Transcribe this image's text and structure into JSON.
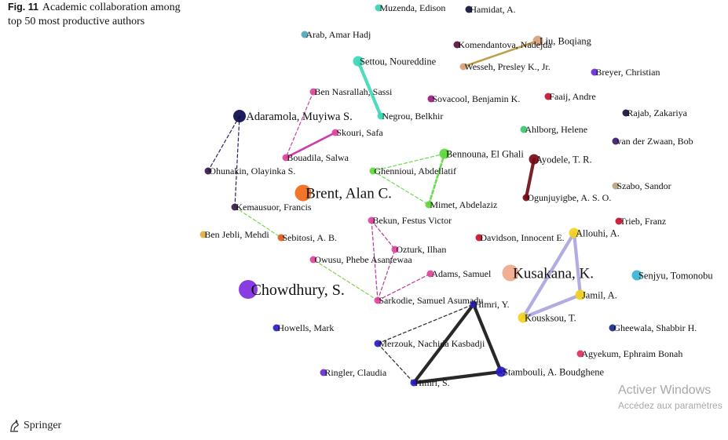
{
  "figure": {
    "label": "Fig. 11",
    "caption": "Academic collaboration among top 50 most productive authors"
  },
  "footer": {
    "publisher": "Springer"
  },
  "watermark": {
    "line1": "Activer Windows",
    "line2": "Accédez aux paramètres"
  },
  "colors": {
    "navy": "#0b0b4a",
    "pink": "#e0439c",
    "teal": "#3ad9b6",
    "green": "#5bd83a",
    "darkred": "#7a0a18",
    "orange": "#f06a1a",
    "purple": "#7d2de0",
    "salmon": "#f0a88a",
    "yellow": "#f2d21e",
    "blue": "#2a1cc8",
    "lavender": "#a9a5e0",
    "black": "#111111"
  },
  "nodes": [
    {
      "id": "muzenda",
      "label": "Muzenda, Edison",
      "color": "#3bd3b0",
      "size": "small"
    },
    {
      "id": "hamidat",
      "label": "Hamidat, A.",
      "color": "#14143e",
      "size": "small"
    },
    {
      "id": "arab",
      "label": "Arab, Amar Hadj",
      "color": "#4fa7b7",
      "size": "small"
    },
    {
      "id": "komendantova",
      "label": "Komendantova, Nadejda",
      "color": "#5a1040",
      "size": "small"
    },
    {
      "id": "liu",
      "label": "Liu, Boqiang",
      "color": "#d6a27a",
      "size": "medium"
    },
    {
      "id": "settou",
      "label": "Settou, Noureddine",
      "color": "#3ad9b6",
      "size": "medium"
    },
    {
      "id": "wesseh",
      "label": "Wesseh, Presley K., Jr.",
      "color": "#d6a27a",
      "size": "small"
    },
    {
      "id": "breyer",
      "label": "Breyer, Christian",
      "color": "#6a2ad8",
      "size": "small"
    },
    {
      "id": "bennasrallah",
      "label": "Ben Nasrallah, Sassi",
      "color": "#e0439c",
      "size": "small"
    },
    {
      "id": "sovacool",
      "label": "Sovacool, Benjamin K.",
      "color": "#9a1a80",
      "size": "small"
    },
    {
      "id": "faaij",
      "label": "Faaij, Andre",
      "color": "#c8102e",
      "size": "small"
    },
    {
      "id": "rajab",
      "label": "Rajab, Zakariya",
      "color": "#14143e",
      "size": "small"
    },
    {
      "id": "adaramola",
      "label": "Adaramola, Muyiwa S.",
      "color": "#0b0b4a",
      "size": "large"
    },
    {
      "id": "negrou",
      "label": "Negrou, Belkhir",
      "color": "#3ad9b6",
      "size": "small"
    },
    {
      "id": "skouri",
      "label": "Skouri, Safa",
      "color": "#e0439c",
      "size": "small"
    },
    {
      "id": "ahlborg",
      "label": "Ahlborg, Helene",
      "color": "#3ac86a",
      "size": "small"
    },
    {
      "id": "vanderzwaan",
      "label": "van der Zwaan, Bob",
      "color": "#3a1a6a",
      "size": "small"
    },
    {
      "id": "bouadila",
      "label": "Bouadila, Salwa",
      "color": "#e0439c",
      "size": "small"
    },
    {
      "id": "bennouna",
      "label": "Bennouna, El Ghali",
      "color": "#5bd83a",
      "size": "medium"
    },
    {
      "id": "ayodele",
      "label": "Ayodele, T. R.",
      "color": "#7a0a18",
      "size": "medium"
    },
    {
      "id": "ohunakin",
      "label": "Ohunakin, Olayinka S.",
      "color": "#3a1a4a",
      "size": "small"
    },
    {
      "id": "ghennioui",
      "label": "Ghennioui, Abdellatif",
      "color": "#5bd83a",
      "size": "small"
    },
    {
      "id": "brent",
      "label": "Brent, Alan C.",
      "color": "#f06a1a",
      "size": "xlarge"
    },
    {
      "id": "szabo",
      "label": "Szabo, Sandor",
      "color": "#b9a37a",
      "size": "small"
    },
    {
      "id": "ogunjuyigbe",
      "label": "Ogunjuyigbe, A. S. O.",
      "color": "#7a0a18",
      "size": "small"
    },
    {
      "id": "mimet",
      "label": "Mimet, Abdelaziz",
      "color": "#5bd83a",
      "size": "small"
    },
    {
      "id": "kemausuor",
      "label": "Kemausuor, Francis",
      "color": "#3a1a4a",
      "size": "small"
    },
    {
      "id": "bekun",
      "label": "Bekun, Festus Victor",
      "color": "#e0439c",
      "size": "small"
    },
    {
      "id": "trieb",
      "label": "Trieb, Franz",
      "color": "#c8102e",
      "size": "small"
    },
    {
      "id": "benjebli",
      "label": "Ben Jebli, Mehdi",
      "color": "#e0b040",
      "size": "small"
    },
    {
      "id": "sebitosi",
      "label": "Sebitosi, A. B.",
      "color": "#e05a1a",
      "size": "small"
    },
    {
      "id": "davidson",
      "label": "Davidson, Innocent E.",
      "color": "#c8102e",
      "size": "small"
    },
    {
      "id": "allouhi",
      "label": "Allouhi, A.",
      "color": "#f2d21e",
      "size": "medium"
    },
    {
      "id": "ozturk",
      "label": "Ozturk, Ilhan",
      "color": "#e0439c",
      "size": "small"
    },
    {
      "id": "owusu",
      "label": "Owusu, Phebe Asantewaa",
      "color": "#e0439c",
      "size": "small"
    },
    {
      "id": "adams",
      "label": "Adams, Samuel",
      "color": "#e0439c",
      "size": "small"
    },
    {
      "id": "kusakana",
      "label": "Kusakana, K.",
      "color": "#f0a88a",
      "size": "xlarge"
    },
    {
      "id": "senjyu",
      "label": "Senjyu, Tomonobu",
      "color": "#3ab3d6",
      "size": "medium"
    },
    {
      "id": "chowdhury",
      "label": "Chowdhury, S.",
      "color": "#7d2de0",
      "size": "xxlarge"
    },
    {
      "id": "sarkodie",
      "label": "Sarkodie, Samuel Asumadu",
      "color": "#e0439c",
      "size": "small"
    },
    {
      "id": "jamil",
      "label": "Jamil, A.",
      "color": "#f2d21e",
      "size": "medium"
    },
    {
      "id": "himri",
      "label": "Himri, Y.",
      "color": "#2a1cc8",
      "size": "small"
    },
    {
      "id": "kousksou",
      "label": "Kousksou, T.",
      "color": "#f2d21e",
      "size": "medium"
    },
    {
      "id": "howells",
      "label": "Howells, Mark",
      "color": "#2a1cc8",
      "size": "small"
    },
    {
      "id": "gheewala",
      "label": "Gheewala, Shabbir H.",
      "color": "#1a2a8a",
      "size": "small"
    },
    {
      "id": "merzouk",
      "label": "Merzouk, Nachida Kasbadji",
      "color": "#2a1cc8",
      "size": "small"
    },
    {
      "id": "agyekum",
      "label": "Agyekum, Ephraim Bonah",
      "color": "#e0305a",
      "size": "small"
    },
    {
      "id": "stambouli",
      "label": "Stambouli, A. Boudghene",
      "color": "#2a1cc8",
      "size": "medium"
    },
    {
      "id": "ringler",
      "label": "Ringler, Claudia",
      "color": "#6a2ad8",
      "size": "small"
    },
    {
      "id": "himrisl",
      "label": "Himri, S.",
      "color": "#2a1cc8",
      "size": "small"
    }
  ],
  "edges": [
    {
      "from": "liu",
      "to": "wesseh",
      "color": "#b8963a",
      "style": "solid",
      "weight": "medium"
    },
    {
      "from": "settou",
      "to": "negrou",
      "color": "#3ad9b6",
      "style": "solid",
      "weight": "heavy"
    },
    {
      "from": "bennasrallah",
      "to": "bouadila",
      "color": "#c828a0",
      "style": "dashed",
      "weight": "light"
    },
    {
      "from": "bouadila",
      "to": "skouri",
      "color": "#c828a0",
      "style": "solid",
      "weight": "medium"
    },
    {
      "from": "adaramola",
      "to": "ohunakin",
      "color": "#0b0b4a",
      "style": "dashed",
      "weight": "light"
    },
    {
      "from": "adaramola",
      "to": "kemausuor",
      "color": "#0b0b4a",
      "style": "dashed",
      "weight": "light"
    },
    {
      "from": "bennouna",
      "to": "ghennioui",
      "color": "#5bd83a",
      "style": "dashed",
      "weight": "light"
    },
    {
      "from": "bennouna",
      "to": "mimet",
      "color": "#5bd83a",
      "style": "dashed",
      "weight": "medium"
    },
    {
      "from": "ghennioui",
      "to": "mimet",
      "color": "#5bd83a",
      "style": "dashed",
      "weight": "light"
    },
    {
      "from": "ayodele",
      "to": "ogunjuyigbe",
      "color": "#6a0a14",
      "style": "solid",
      "weight": "heavy"
    },
    {
      "from": "kemausuor",
      "to": "sebitosi",
      "color": "#5bd83a",
      "style": "dashed",
      "weight": "light"
    },
    {
      "from": "sarkodie",
      "to": "owusu",
      "color": "#7fc83a",
      "style": "dashed",
      "weight": "light"
    },
    {
      "from": "sarkodie",
      "to": "bekun",
      "color": "#b8208a",
      "style": "dashed",
      "weight": "light"
    },
    {
      "from": "sarkodie",
      "to": "ozturk",
      "color": "#b8208a",
      "style": "dashed",
      "weight": "light"
    },
    {
      "from": "sarkodie",
      "to": "adams",
      "color": "#b8208a",
      "style": "dashed",
      "weight": "light"
    },
    {
      "from": "bekun",
      "to": "ozturk",
      "color": "#b8208a",
      "style": "dashed",
      "weight": "light"
    },
    {
      "from": "allouhi",
      "to": "jamil",
      "color": "#a9a5e0",
      "style": "solid",
      "weight": "heavy"
    },
    {
      "from": "allouhi",
      "to": "kousksou",
      "color": "#a9a5e0",
      "style": "solid",
      "weight": "heavy"
    },
    {
      "from": "jamil",
      "to": "kousksou",
      "color": "#a9a5e0",
      "style": "solid",
      "weight": "heavy"
    },
    {
      "from": "himri",
      "to": "stambouli",
      "color": "#111111",
      "style": "solid",
      "weight": "heavy"
    },
    {
      "from": "himri",
      "to": "himrisl",
      "color": "#111111",
      "style": "solid",
      "weight": "heavy"
    },
    {
      "from": "stambouli",
      "to": "himrisl",
      "color": "#111111",
      "style": "solid",
      "weight": "heavy"
    },
    {
      "from": "merzouk",
      "to": "himri",
      "color": "#111111",
      "style": "dashed",
      "weight": "light"
    },
    {
      "from": "merzouk",
      "to": "himrisl",
      "color": "#111111",
      "style": "dashed",
      "weight": "light"
    }
  ]
}
